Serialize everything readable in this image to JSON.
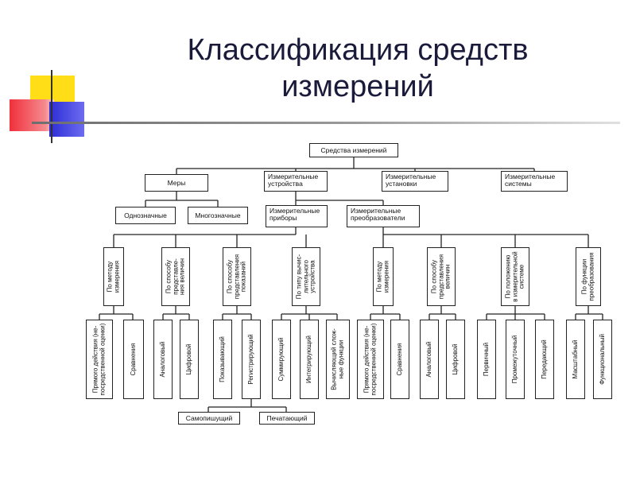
{
  "title": "Классификация средств\nизмерений",
  "root": "Средства измерений",
  "level1": [
    "Меры",
    "Измерительные\nустройства",
    "Измерительные\nустановки",
    "Измерительные\nсистемы"
  ],
  "measures_children": [
    "Однозначные",
    "Многозначные"
  ],
  "devices_children": [
    "Измерительные\nприборы",
    "Измерительные\nпреобразователи"
  ],
  "instruments_criteria": [
    "По методу\nизмерения",
    "По способу\nпредставле-\nния величин",
    "По способу\nпредставления\nпоказаний",
    "По типу вычис-\nлительного\nустройства"
  ],
  "instruments_leaves": [
    "Прямого действия (не-\nпосредственной оценки)",
    "Сравнения",
    "Аналоговый",
    "Цифровой",
    "Показывающий",
    "Регистрирующий",
    "Суммирующий",
    "Интегрирующий",
    "Вычисляющий слож-\nные функции"
  ],
  "recording_children": [
    "Самопишущий",
    "Печатающий"
  ],
  "converters_criteria": [
    "По методу\nизмерения",
    "По способу\nпредставления\nвеличин",
    "По положению\nв измерительной\nсистеме",
    "По функции\nпреобразования"
  ],
  "converters_leaves": [
    "Прямого действия (не-\nпосредственной оценки)",
    "Сравнения",
    "Аналоговый",
    "Цифровой",
    "Первичный",
    "Промежуточный",
    "Передающий",
    "Масштабный",
    "Функциональный"
  ],
  "colors": {
    "deco_yellow": "#ffde17",
    "deco_red": "#f0303b",
    "deco_blue": "#2c2cd6",
    "title": "#1a1a3a"
  }
}
